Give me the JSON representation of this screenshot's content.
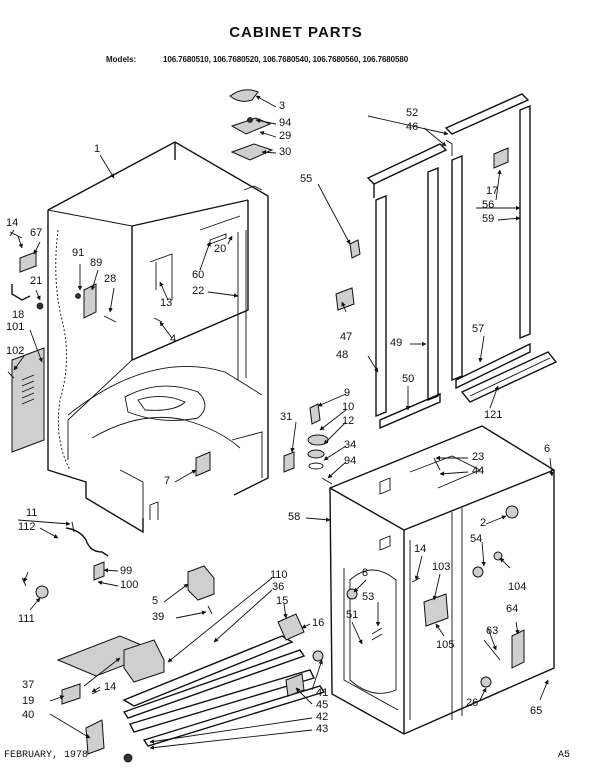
{
  "title": "CABINET PARTS",
  "models_label": "Models:",
  "models": "106.7680510, 106.7680520, 106.7680540, 106.7680560, 106.7680580",
  "footer_date": "FEBRUARY, 1978",
  "page_code": "A5",
  "callouts": {
    "p1": "1",
    "p2": "2",
    "p3": "3",
    "p4": "4",
    "p5": "5",
    "p6": "6",
    "p7": "7",
    "p8": "8",
    "p9": "9",
    "p10": "10",
    "p11": "11",
    "p12": "12",
    "p13": "13",
    "p14a": "14",
    "p14b": "14",
    "p14c": "14",
    "p15": "15",
    "p16": "16",
    "p17": "17",
    "p18": "18",
    "p19": "19",
    "p20": "20",
    "p21": "21",
    "p22": "22",
    "p23": "23",
    "p26": "26",
    "p28": "28",
    "p29": "29",
    "p30": "30",
    "p31": "31",
    "p34": "34",
    "p36": "36",
    "p37": "37",
    "p39": "39",
    "p40": "40",
    "p41": "41",
    "p42": "42",
    "p43": "43",
    "p44": "44",
    "p45": "45",
    "p46": "46",
    "p47": "47",
    "p48": "48",
    "p49": "49",
    "p50": "50",
    "p51": "51",
    "p52": "52",
    "p53": "53",
    "p54": "54",
    "p55": "55",
    "p56": "56",
    "p57": "57",
    "p58": "58",
    "p59": "59",
    "p60": "60",
    "p63": "63",
    "p64": "64",
    "p65": "65",
    "p67": "67",
    "p89": "89",
    "p91": "91",
    "p94a": "94",
    "p94b": "94",
    "p99": "99",
    "p100": "100",
    "p101": "101",
    "p102": "102",
    "p103": "103",
    "p104": "104",
    "p105": "105",
    "p110": "110",
    "p111": "111",
    "p112": "112",
    "p121": "121"
  }
}
